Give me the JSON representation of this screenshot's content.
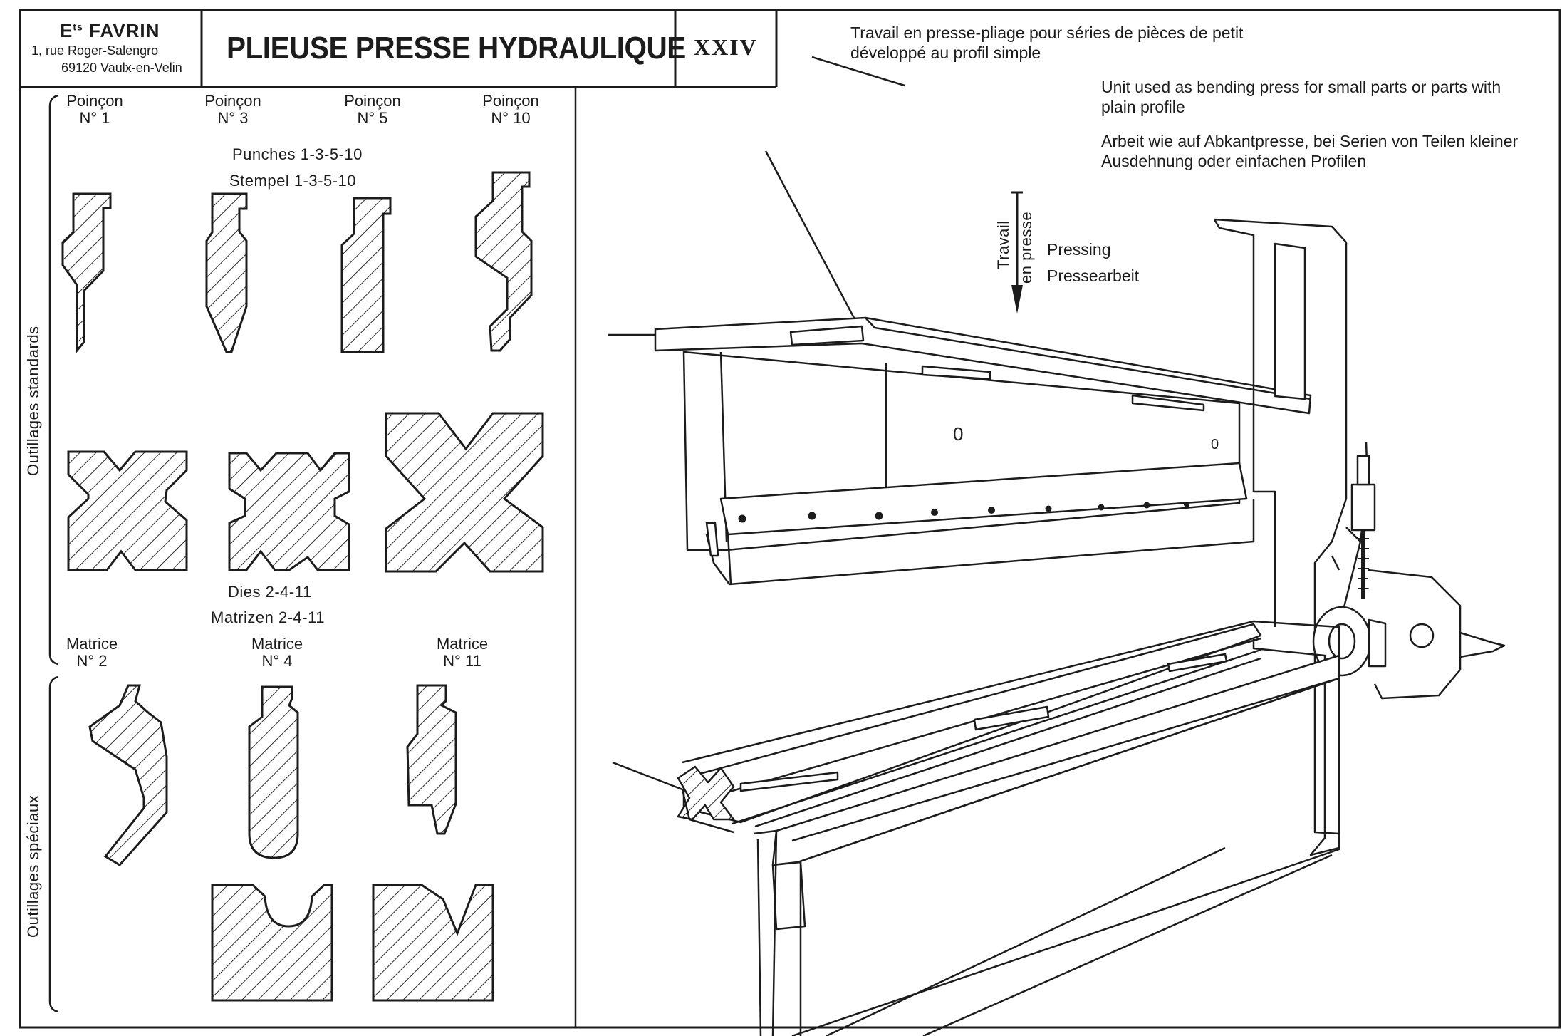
{
  "header": {
    "company_name": "Ets FAVRIN",
    "company_name_main": "E",
    "company_name_sup": "ts",
    "company_name_rest": " FAVRIN",
    "address_line1": "1, rue Roger-Salengro",
    "address_line2": "69120 Vaulx-en-Velin",
    "title": "PLIEUSE PRESSE HYDRAULIQUE",
    "plate_number": "XXIV"
  },
  "description": {
    "fr": "Travail en presse-pliage pour séries de pièces de petit développé au profil simple",
    "en": "Unit used as bending press for small parts or parts with plain profile",
    "de": "Arbeit wie auf Abkantpresse, bei Serien von Teilen kleiner Ausdehnung oder einfachen Profilen"
  },
  "tooling": {
    "standard_label": "Outillages standards",
    "special_label": "Outillages spéciaux",
    "punches": [
      {
        "label": "Poinçon",
        "number": "N° 1"
      },
      {
        "label": "Poinçon",
        "number": "N° 3"
      },
      {
        "label": "Poinçon",
        "number": "N° 5"
      },
      {
        "label": "Poinçon",
        "number": "N° 10"
      }
    ],
    "punch_caption_en": "Punches 1-3-5-10",
    "punch_caption_de": "Stempel 1-3-5-10",
    "dies_caption_en": "Dies 2-4-11",
    "dies_caption_de": "Matrizen 2-4-11",
    "dies": [
      {
        "label": "Matrice",
        "number": "N° 2"
      },
      {
        "label": "Matrice",
        "number": "N° 4"
      },
      {
        "label": "Matrice",
        "number": "N° 11"
      }
    ]
  },
  "press": {
    "arrow_label_line1": "Travail",
    "arrow_label_line2": "en presse",
    "label_en": "Pressing",
    "label_de": "Pressearbeit",
    "hole_mark": "0"
  },
  "colors": {
    "ink": "#1c1c1c",
    "paper": "#ffffff",
    "hatch": "#2a2a2a"
  }
}
